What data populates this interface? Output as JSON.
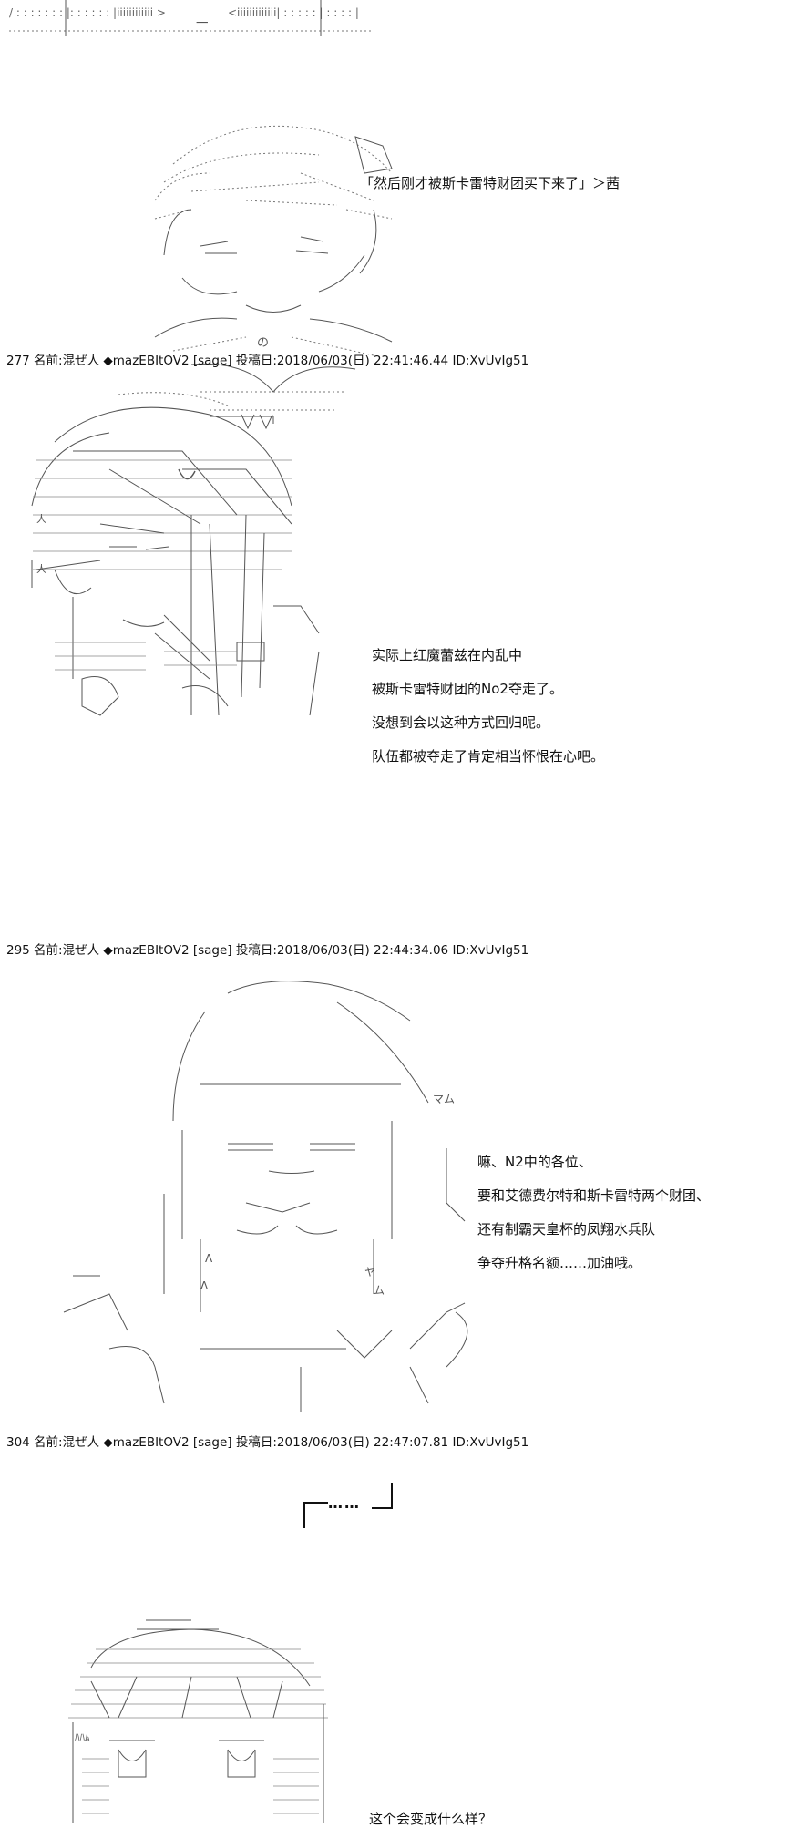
{
  "top_fragment": {
    "left": "/ : : : : : : : |: : : : : : |iiiiiiiiiiii >",
    "middle": "一",
    "right": "<iiiiiiiiiiiii| : : : : : | : : : : |"
  },
  "posts": [
    {
      "dialog": [
        "「然后刚才被斯卡雷特财团买下来了」＞茜"
      ]
    },
    {
      "header": "277 名前:混ぜ人 ◆mazEBItOV2 [sage] 投稿日:2018/06/03(日) 22:41:46.44 ID:XvUvIg51",
      "dialog": [
        "实际上红魔蕾兹在内乱中",
        "被斯卡雷特财团的No2夺走了。",
        "没想到会以这种方式回归呢。",
        "队伍都被夺走了肯定相当怀恨在心吧。"
      ]
    },
    {
      "header": "295 名前:混ぜ人 ◆mazEBItOV2 [sage] 投稿日:2018/06/03(日) 22:44:34.06 ID:XvUvIg51",
      "dialog": [
        "嘛、N2中的各位、",
        "要和艾德费尔特和斯卡雷特两个财团、",
        "还有制霸天皇杯的凤翔水兵队",
        "争夺升格名额……加油哦。"
      ]
    },
    {
      "header": "304 名前:混ぜ人 ◆mazEBItOV2 [sage] 投稿日:2018/06/03(日) 22:47:07.81 ID:XvUvIg51",
      "dialog": [
        "这个会变成什么样？"
      ]
    }
  ],
  "ellipsis_box": "……",
  "art": [
    {
      "name": "ascii-art-hat-girl-icon"
    },
    {
      "name": "ascii-art-long-hair-girl-icon"
    },
    {
      "name": "ascii-art-smiling-girl-icon"
    },
    {
      "name": "ascii-art-hooded-girl-icon"
    }
  ]
}
